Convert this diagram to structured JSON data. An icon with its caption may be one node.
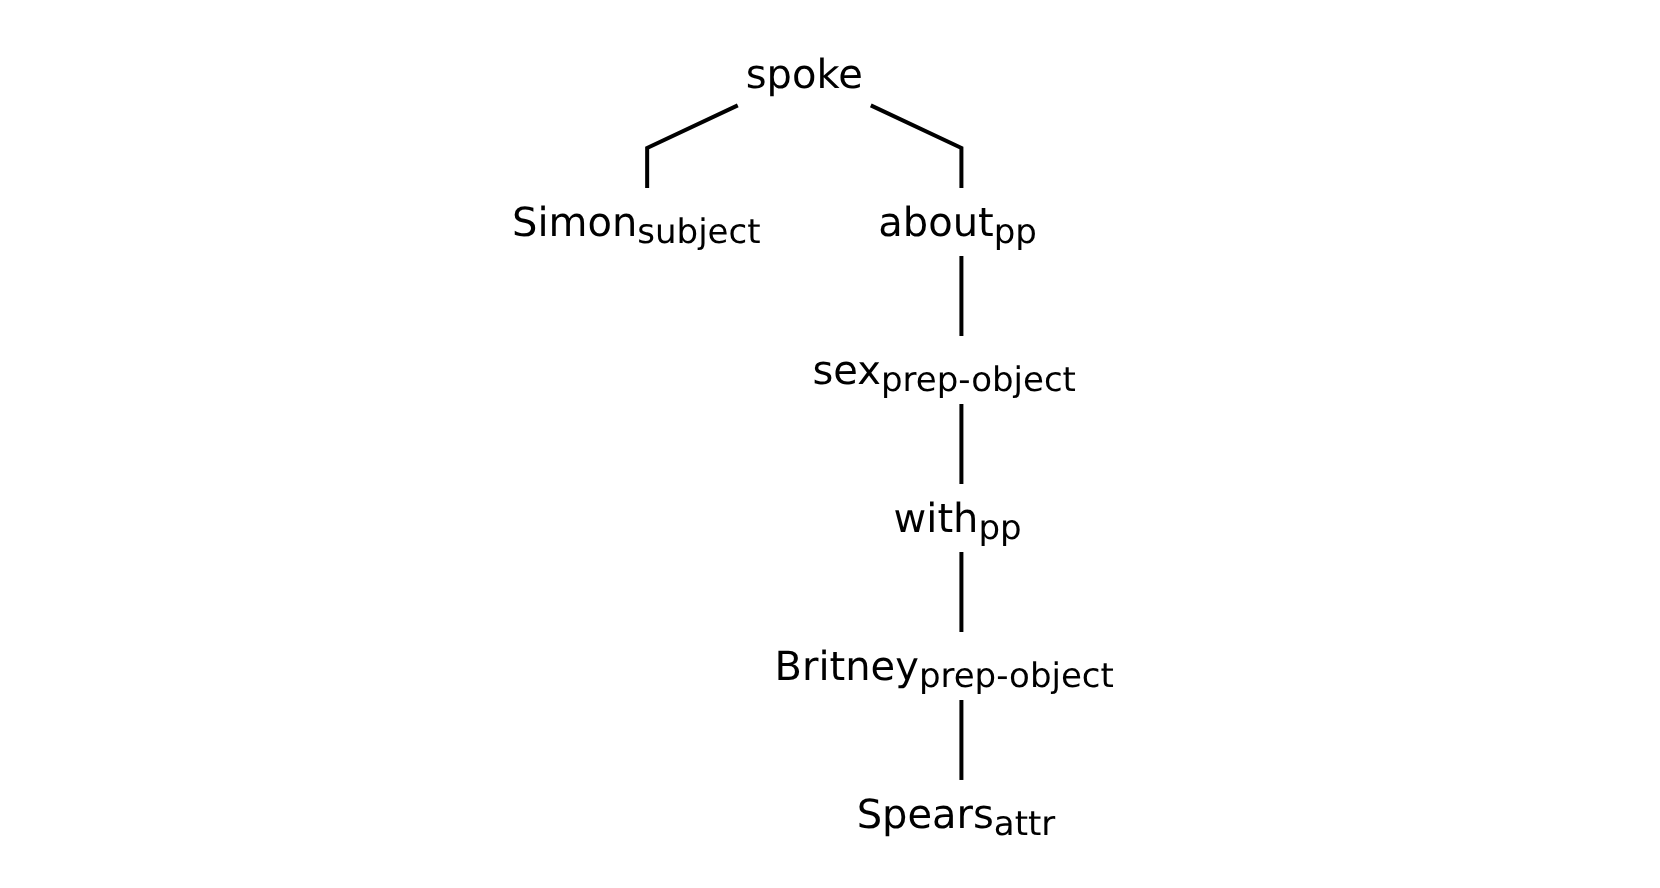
{
  "diagram": {
    "nodes": [
      {
        "text": [
          "spoke"
        ]
      },
      {
        "text": [
          "Simon"
        ],
        "beside": [
          "subject"
        ]
      },
      {
        "text": [
          "about"
        ],
        "beside": [
          "pp"
        ]
      },
      {
        "text": [
          "sex"
        ],
        "beside": [
          "prep-object"
        ]
      },
      {
        "text": [
          "with"
        ],
        "beside": [
          "pp"
        ]
      },
      {
        "text": [
          "Britney"
        ],
        "beside": [
          "prep-object"
        ]
      },
      {
        "text": [
          "Spears"
        ],
        "beside": [
          "attr"
        ]
      }
    ],
    "edges": [
      {
        "from": 0,
        "to": 1,
        "arrow": "none"
      },
      {
        "from": 0,
        "to": 2,
        "arrow": "none"
      },
      {
        "from": 2,
        "to": 3,
        "arrow": "none"
      },
      {
        "from": 3,
        "to": 4,
        "arrow": "none"
      },
      {
        "from": 4,
        "to": 5,
        "arrow": "none"
      },
      {
        "from": 5,
        "to": 6,
        "arrow": "none"
      }
    ]
  }
}
